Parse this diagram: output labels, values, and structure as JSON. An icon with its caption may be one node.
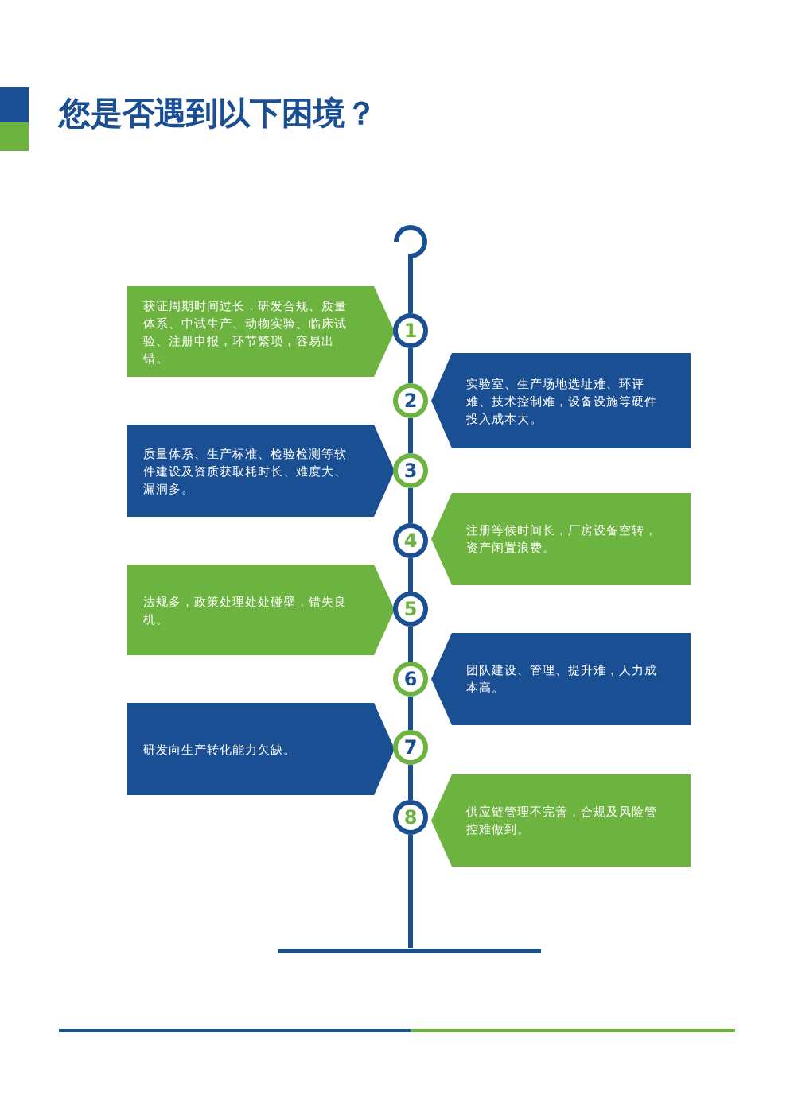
{
  "diagram": {
    "title": "您是否遇到以下困境？",
    "nodes": [
      {
        "text": [
          "获证周期时间过长，研发合规、质量体系、中试生产、动物实验、临床试验、注册申报，环节繁琐，容易出错。"
        ]
      },
      {
        "text": [
          "1"
        ]
      },
      {
        "text": [
          "实验室、生产场地选址难、环评难、技术控制难，设备设施等硬件投入成本大。"
        ]
      },
      {
        "text": [
          "2"
        ]
      },
      {
        "text": [
          "质量体系、生产标准、检验检测等软件建设及资质获取耗时长、难度大、漏洞多。"
        ]
      },
      {
        "text": [
          "3"
        ]
      },
      {
        "text": [
          "注册等候时间长，厂房设备空转，资产闲置浪费。"
        ]
      },
      {
        "text": [
          "4"
        ]
      },
      {
        "text": [
          "法规多，政策处理处处碰壁，错失良机。"
        ]
      },
      {
        "text": [
          "5"
        ]
      },
      {
        "text": [
          "团队建设、管理、提升难，人力成本高。"
        ]
      },
      {
        "text": [
          "6"
        ]
      },
      {
        "text": [
          "研发向生产转化能力欠缺。"
        ]
      },
      {
        "text": [
          "7"
        ]
      },
      {
        "text": [
          "供应链管理不完善，合规及风险管控难做到。"
        ]
      },
      {
        "text": [
          "8"
        ]
      }
    ],
    "edges": [
      {
        "from": 1,
        "to": 3,
        "arrow": "none"
      },
      {
        "from": 3,
        "to": 5,
        "arrow": "none"
      },
      {
        "from": 5,
        "to": 7,
        "arrow": "none"
      },
      {
        "from": 7,
        "to": 9,
        "arrow": "none"
      },
      {
        "from": 9,
        "to": 11,
        "arrow": "none"
      },
      {
        "from": 11,
        "to": 13,
        "arrow": "none"
      },
      {
        "from": 13,
        "to": 15,
        "arrow": "none"
      }
    ]
  }
}
